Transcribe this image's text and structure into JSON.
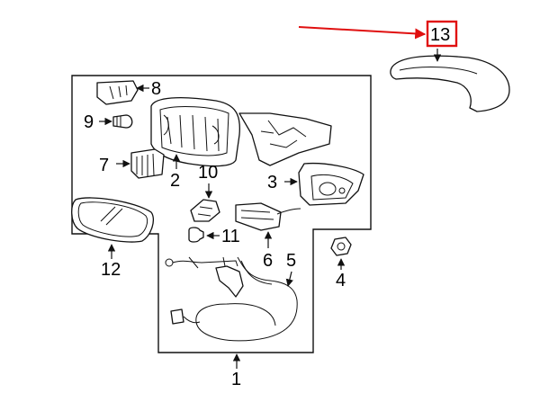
{
  "diagram": {
    "callouts": {
      "c1": "1",
      "c2": "2",
      "c3": "3",
      "c4": "4",
      "c5": "5",
      "c6": "6",
      "c7": "7",
      "c8": "8",
      "c9": "9",
      "c10": "10",
      "c11": "11",
      "c12": "12",
      "c13": "13"
    },
    "colors": {
      "highlight": "#e01010",
      "line": "#111111",
      "background": "#ffffff"
    },
    "highlighted_callout": "13"
  }
}
